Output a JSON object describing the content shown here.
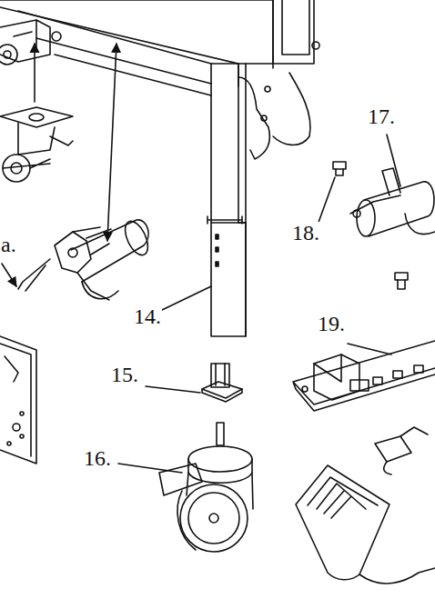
{
  "diagram": {
    "labels": [
      "a.",
      "14.",
      "15.",
      "16.",
      "17.",
      "18.",
      "19."
    ]
  }
}
